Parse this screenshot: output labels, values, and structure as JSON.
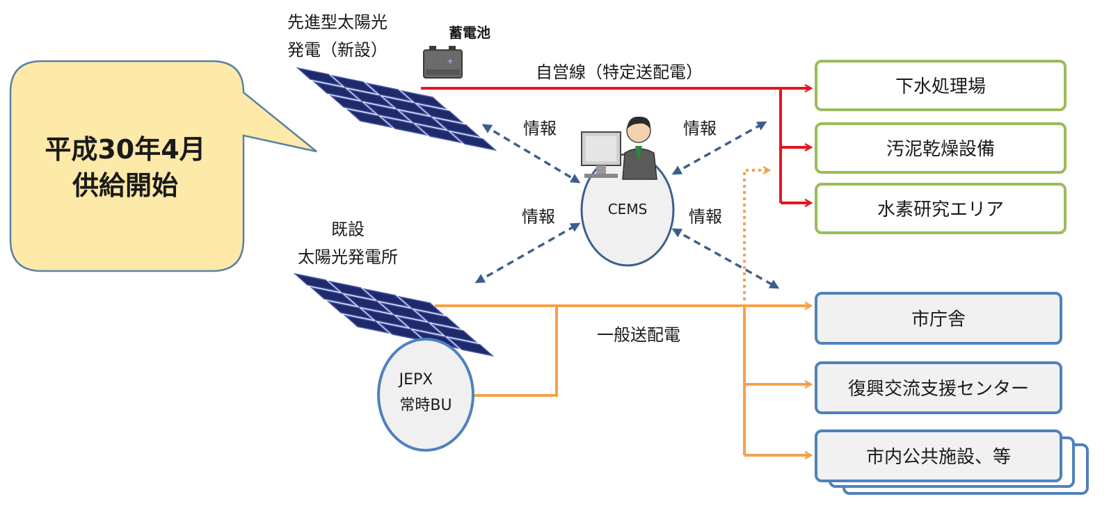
{
  "callout": {
    "line1": "平成30年4月",
    "line2": "供給開始",
    "fill": "#fde9a8",
    "stroke": "#5b7fa6"
  },
  "sources": {
    "new_solar": {
      "line1": "先進型太陽光",
      "line2": "発電（新設）"
    },
    "battery": "蓄電池",
    "existing_solar": {
      "line1": "既設",
      "line2": "太陽光発電所"
    }
  },
  "lines": {
    "private_line": "自営線（特定送配電）",
    "general_line": "一般送配電",
    "private_color": "#e8141c",
    "general_color": "#f5a04a",
    "info_color": "#3b5f8c"
  },
  "info_labels": [
    "情報",
    "情報",
    "情報",
    "情報"
  ],
  "cems": {
    "label": "CEMS"
  },
  "jepx": {
    "line1": "JEPX",
    "line2": "常時BU"
  },
  "private_destinations": [
    "下水処理場",
    "汚泥乾燥設備",
    "水素研究エリア"
  ],
  "general_destinations": [
    "市庁舎",
    "復興交流支援センター",
    "市内公共施設、等"
  ],
  "colors": {
    "green_border": "#9bbb59",
    "blue_border": "#4f81bd",
    "box_fill_gray": "#f1f1f1",
    "panel_dark": "#1f2a6b",
    "panel_light": "#4a5aa8"
  }
}
